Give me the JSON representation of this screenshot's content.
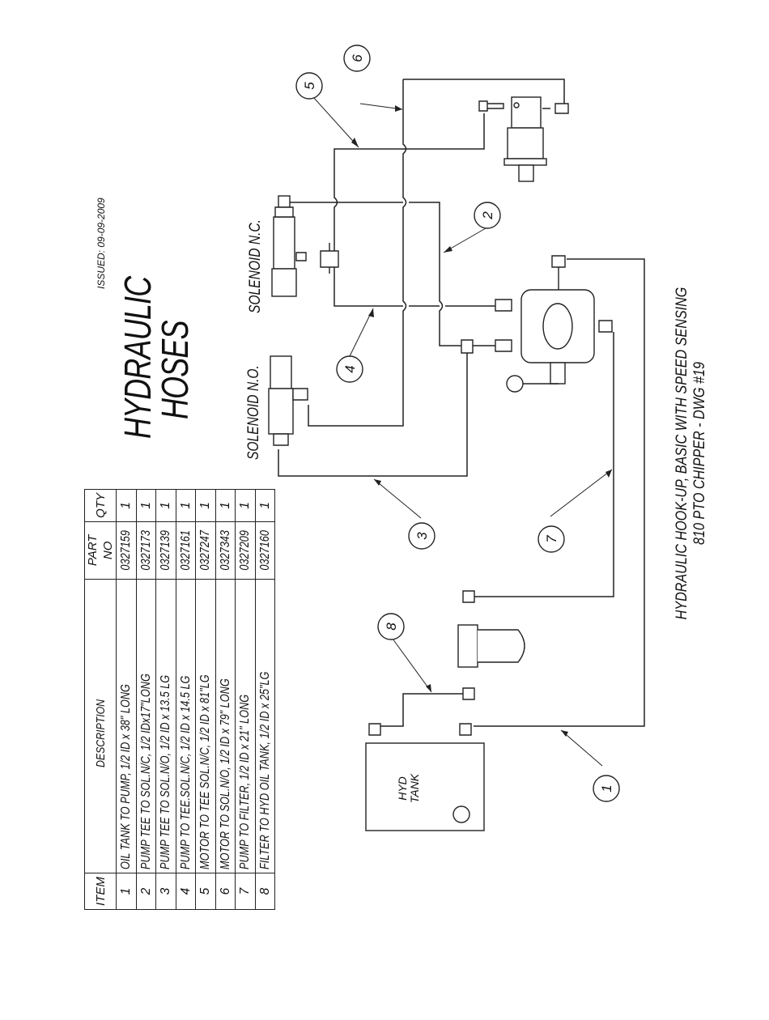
{
  "title": {
    "line1": "HYDRAULIC",
    "line2": "HOSES"
  },
  "issued": "ISSUED: 09-09-2009",
  "caption": {
    "line1": "HYDRAULIC HOOK-UP, BASIC WITH SPEED SENSING",
    "line2": "810 PTO CHIPPER - DWG #19"
  },
  "labels": {
    "solenoid_nc": "SOLENOID N.C.",
    "solenoid_no": "SOLENOID N.O.",
    "hyd_tank_line1": "HYD",
    "hyd_tank_line2": "TANK"
  },
  "table": {
    "headers": {
      "item": "ITEM",
      "description": "DESCRIPTION",
      "part_no": "PART NO",
      "qty": "QTY"
    },
    "rows": [
      {
        "item": "1",
        "description": "OIL TANK TO PUMP, 1/2 ID x 38\" LONG",
        "part_no": "0327159",
        "qty": "1"
      },
      {
        "item": "2",
        "description": "PUMP TEE TO SOL.N/C, 1/2 IDx17\"LONG",
        "part_no": "0327173",
        "qty": "1"
      },
      {
        "item": "3",
        "description": "PUMP TEE TO SOL.N/O, 1/2 ID x 13.5 LG",
        "part_no": "0327139",
        "qty": "1"
      },
      {
        "item": "4",
        "description": "PUMP TO TEE.SOL.N/C, 1/2 ID x 14.5 LG",
        "part_no": "0327161",
        "qty": "1"
      },
      {
        "item": "5",
        "description": "MOTOR TO TEE SOL.N/C, 1/2 ID x 81\"LG",
        "part_no": "0327247",
        "qty": "1"
      },
      {
        "item": "6",
        "description": "MOTOR TO SOL.N/O, 1/2 ID x 79\" LONG",
        "part_no": "0327343",
        "qty": "1"
      },
      {
        "item": "7",
        "description": "PUMP TO FILTER, 1/2 ID x 21\" LONG",
        "part_no": "0327209",
        "qty": "1"
      },
      {
        "item": "8",
        "description": "FILTER TO HYD OIL TANK, 1/2 ID x 25\"LG",
        "part_no": "0327160",
        "qty": "1"
      }
    ]
  },
  "balloons": [
    "1",
    "2",
    "3",
    "4",
    "5",
    "6",
    "7",
    "8"
  ]
}
